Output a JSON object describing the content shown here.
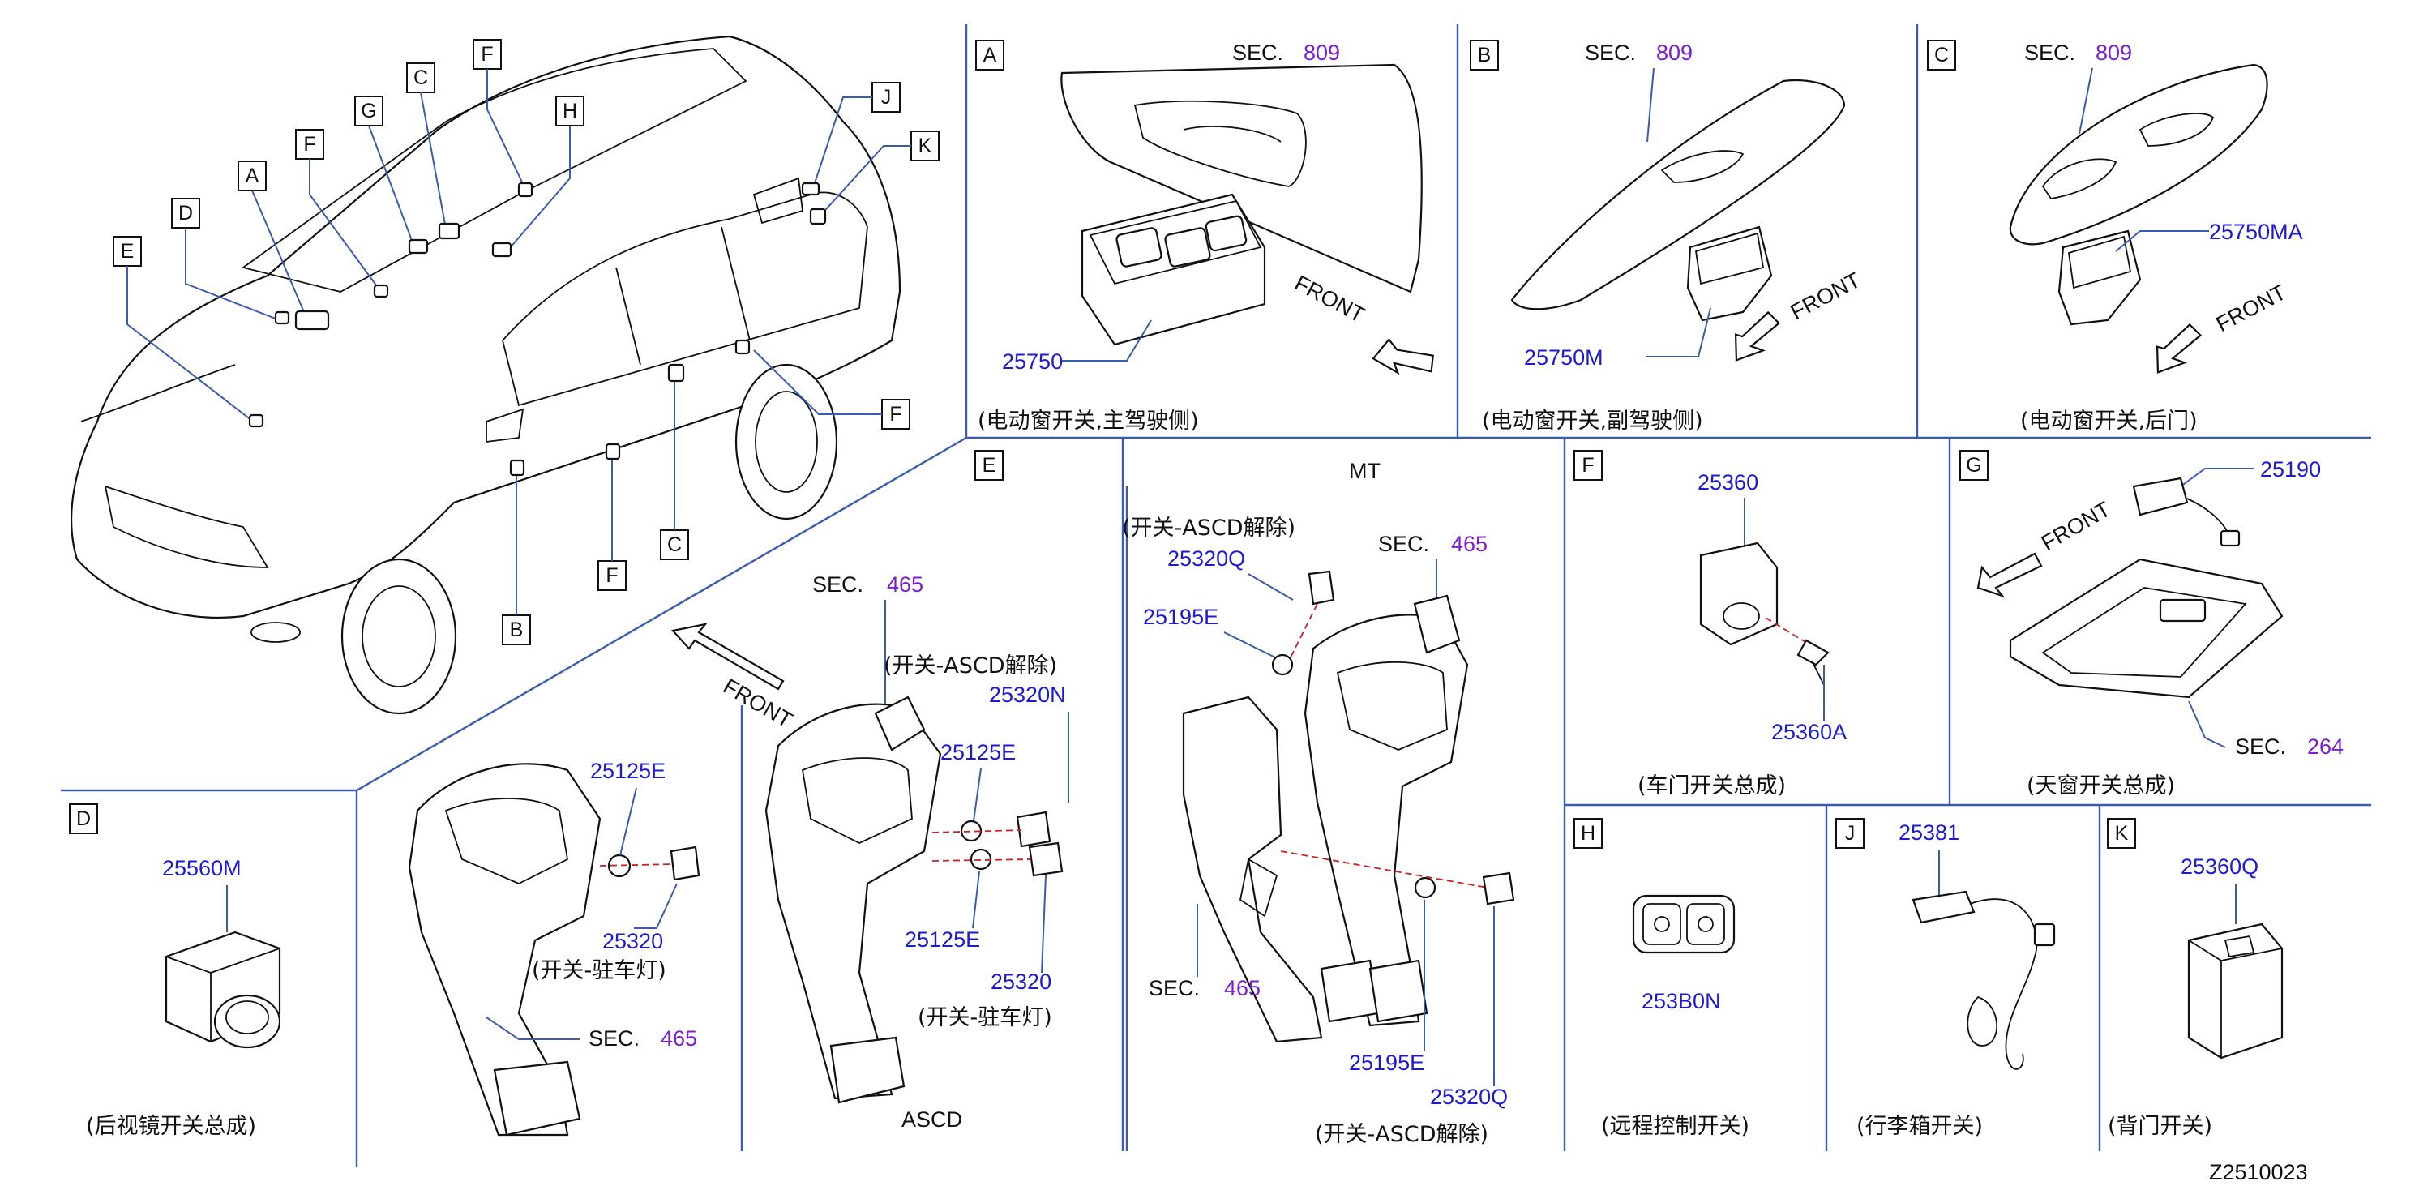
{
  "diagram_id": "Z2510023",
  "panel_letters": [
    "A",
    "B",
    "C",
    "D",
    "E",
    "F",
    "G",
    "H",
    "J",
    "K"
  ],
  "overview": {
    "callouts": [
      "A",
      "B",
      "C",
      "D",
      "E",
      "F",
      "G",
      "H",
      "J",
      "K",
      "F",
      "F",
      "F"
    ]
  },
  "panel_a": {
    "letter": "A",
    "sec_prefix": "SEC.",
    "sec_num": "809",
    "part": "25750",
    "front": "FRONT",
    "caption": "(电动窗开关,主驾驶侧)"
  },
  "panel_b": {
    "letter": "B",
    "sec_prefix": "SEC.",
    "sec_num": "809",
    "part": "25750M",
    "front": "FRONT",
    "caption": "(电动窗开关,副驾驶侧)"
  },
  "panel_c": {
    "letter": "C",
    "sec_prefix": "SEC.",
    "sec_num": "809",
    "part": "25750MA",
    "front": "FRONT",
    "caption": "(电动窗开关,后门)"
  },
  "panel_d": {
    "letter": "D",
    "part": "25560M",
    "caption": "(后视镜开关总成)"
  },
  "panel_e": {
    "letter": "E",
    "front": "FRONT",
    "left": {
      "part_top": "25125E",
      "part_bottom": "25320",
      "caption": "(开关-驻车灯)",
      "sec_prefix": "SEC.",
      "sec_num": "465"
    },
    "ascd": {
      "sec_prefix": "SEC.",
      "sec_num": "465",
      "caption_top": "(开关-ASCD解除)",
      "part_n": "25320N",
      "part_e1": "25125E",
      "part_e2": "25125E",
      "part_320": "25320",
      "caption_bottom": "(开关-驻车灯)",
      "label": "ASCD"
    },
    "mt": {
      "label": "MT",
      "caption_top": "(开关-ASCD解除)",
      "part_q_top": "25320Q",
      "part_e_top": "25195E",
      "sec_prefix": "SEC.",
      "sec_num_top": "465",
      "sec_num_bottom": "465",
      "part_e_bottom": "25195E",
      "part_q_bottom": "25320Q",
      "caption_bottom": "(开关-ASCD解除)"
    }
  },
  "panel_f": {
    "letter": "F",
    "part": "25360",
    "part_a": "25360A",
    "caption": "(车门开关总成)"
  },
  "panel_g": {
    "letter": "G",
    "part": "25190",
    "front": "FRONT",
    "sec_prefix": "SEC.",
    "sec_num": "264",
    "caption": "(天窗开关总成)"
  },
  "panel_h": {
    "letter": "H",
    "part": "253B0N",
    "caption": "(远程控制开关)"
  },
  "panel_j": {
    "letter": "J",
    "part": "25381",
    "caption": "(行李箱开关)"
  },
  "panel_k": {
    "letter": "K",
    "part": "25360Q",
    "caption": "(背门开关)"
  }
}
